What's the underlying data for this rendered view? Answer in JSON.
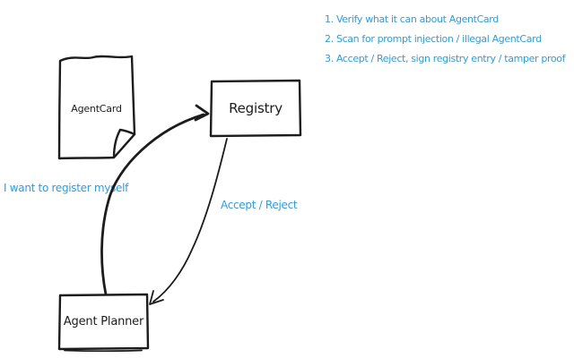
{
  "theme": {
    "ink": "#1c1c1c",
    "accent": "#2b9be9",
    "paper": "#ffffff"
  },
  "diagram": {
    "style": "hand-drawn",
    "nodes": {
      "agent_card": {
        "label": "AgentCard",
        "shape": "document-with-folded-corner"
      },
      "registry": {
        "label": "Registry",
        "shape": "rectangle"
      },
      "agent_planner": {
        "label": "Agent Planner",
        "shape": "rectangle"
      }
    },
    "edges": [
      {
        "from": "agent_planner",
        "to": "registry",
        "label": "I want to register myself",
        "style": "curved-arrow-thick"
      },
      {
        "from": "registry",
        "to": "agent_planner",
        "label": "Accept / Reject",
        "style": "curved-arrow-thin"
      }
    ],
    "notes": {
      "items": [
        "1. Verify what it can about AgentCard",
        "2. Scan for prompt injection / illegal AgentCard",
        "3. Accept / Reject, sign registry entry / tamper proof"
      ]
    }
  }
}
